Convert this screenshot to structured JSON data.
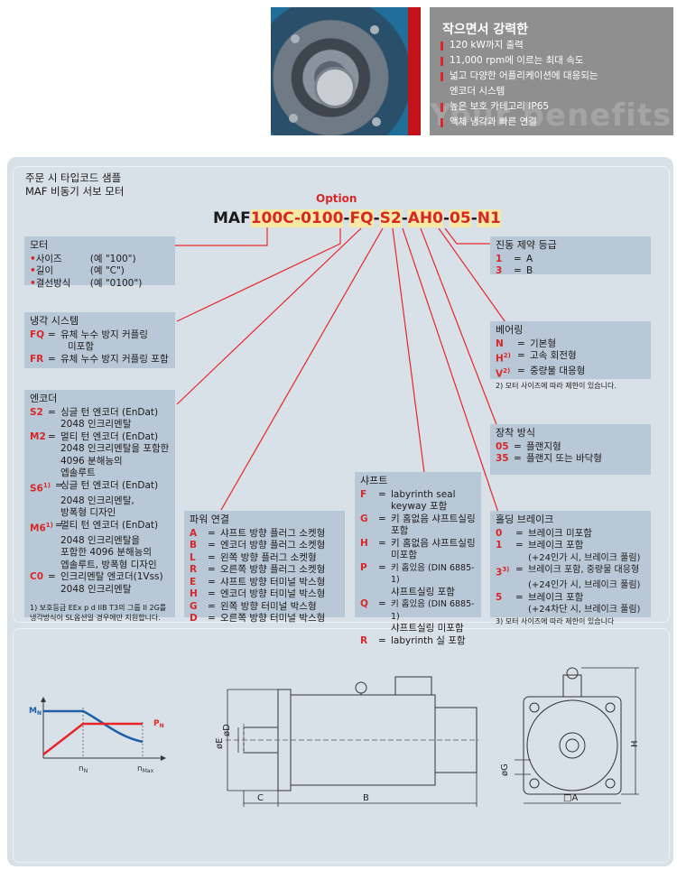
{
  "header": {
    "title": "작으면서 강력한",
    "benefits_bg": "Your benefits",
    "items": [
      "120 kW까지 출력",
      "11,000 rpm에 이르는 최대 속도",
      "넓고 다양한 어플리케이션에 대응되는",
      "엔코더 시스템",
      "높은 보호 카테고리 IP65",
      "액체 냉각과 빠른 연결"
    ]
  },
  "order": {
    "title_line1": "주문 시 타입코드 샘플",
    "title_line2": "MAF 비동기 서보 모터",
    "option_label": "Option",
    "code_parts": [
      "MAF",
      "100C-0100",
      "-",
      "FQ",
      "-",
      "S2",
      "-",
      "AH0",
      "-",
      "05",
      "-",
      "N1"
    ]
  },
  "motor": {
    "title": "모터",
    "rows": [
      {
        "k": "사이즈",
        "v": "(예 \"100\")"
      },
      {
        "k": "길이",
        "v": "(예 \"C\")"
      },
      {
        "k": "결선방식",
        "v": "(예 \"0100\")"
      }
    ]
  },
  "cooling": {
    "title": "냉각 시스템",
    "rows": [
      {
        "k": "FQ",
        "v": "유체 누수 방지 커플링",
        "v2": "미포함"
      },
      {
        "k": "FR",
        "v": "유체 누수 방지 커플링 포함",
        "v2": ""
      }
    ]
  },
  "encoder": {
    "title": "엔코더",
    "rows": [
      {
        "k": "S2",
        "sup": "",
        "lines": [
          "싱글 턴 엔코더 (EnDat)",
          "2048 인크리멘탈"
        ]
      },
      {
        "k": "M2",
        "sup": "",
        "lines": [
          "멀티 턴 엔코더 (EnDat)",
          "2048 인크리멘탈을 포함한 4096 분해능의",
          "엡솔루트"
        ]
      },
      {
        "k": "S6",
        "sup": "1)",
        "lines": [
          "싱글 턴 엔코더 (EnDat)",
          "2048 인크리멘탈,",
          "방폭형 디자인"
        ]
      },
      {
        "k": "M6",
        "sup": "1)",
        "lines": [
          "멀티 턴 엔코더 (EnDat)",
          "2048 인크리멘탈을",
          "포함한 4096 분해능의",
          "엡솔루트, 방폭형 디자인"
        ]
      },
      {
        "k": "C0",
        "sup": "",
        "lines": [
          "인크리멘탈 엔코더(1Vss)",
          "2048 인크리멘탈"
        ]
      }
    ],
    "note": "1) 보호등급 EEx p d IIB T3의 그룹 II 2G를 냉각방식이 SL옵션일 경우에만 지원합니다."
  },
  "power": {
    "title": "파워 연결",
    "rows": [
      {
        "k": "A",
        "v": "샤프트 방향 플러그 소켓형"
      },
      {
        "k": "B",
        "v": "엔코더 방향 플러그 소켓형"
      },
      {
        "k": "L",
        "v": "왼쪽 방향 플러그 소켓형"
      },
      {
        "k": "R",
        "v": "오른쪽 방향 플러그 소켓형"
      },
      {
        "k": "E",
        "v": "샤프트 방향 터미널 박스형"
      },
      {
        "k": "H",
        "v": "엔코더 방향 터미널 박스형"
      },
      {
        "k": "G",
        "v": "왼쪽 방향 터미널 박스형"
      },
      {
        "k": "D",
        "v": "오른쪽 방향 터미널 박스형"
      }
    ]
  },
  "shaft": {
    "title": "샤프트",
    "rows": [
      {
        "k": "F",
        "lines": [
          "labyrinth seal",
          "keyway 포함"
        ]
      },
      {
        "k": "G",
        "lines": [
          "키 홈없음 샤프트실링",
          "포함"
        ]
      },
      {
        "k": "H",
        "lines": [
          "키 홈없음 샤프트실링",
          "미포함"
        ]
      },
      {
        "k": "P",
        "lines": [
          "키 홈있음 (DIN 6885-1)",
          "샤프트실링 포함"
        ]
      },
      {
        "k": "Q",
        "lines": [
          "키 홈있음 (DIN 6885-1)",
          "샤프트실링 미포함"
        ]
      },
      {
        "k": "R",
        "lines": [
          "labyrinth 실 포함"
        ]
      }
    ]
  },
  "vibration": {
    "title": "진동 제약 등급",
    "rows": [
      {
        "k": "1",
        "v": "A"
      },
      {
        "k": "3",
        "v": "B"
      }
    ]
  },
  "bearing": {
    "title": "베어링",
    "rows": [
      {
        "k": "N",
        "sup": "",
        "v": "기본형"
      },
      {
        "k": "H",
        "sup": "2)",
        "v": "고속 회전형"
      },
      {
        "k": "V",
        "sup": "2)",
        "v": "중량물 대응형"
      }
    ],
    "note": "2) 모터 사이즈에 따라 제한이 있습니다."
  },
  "mounting": {
    "title": "장착 방식",
    "rows": [
      {
        "k": "05",
        "v": "플랜지형"
      },
      {
        "k": "35",
        "v": "플랜지 또는 바닥형"
      }
    ]
  },
  "brake": {
    "title": "홀딩 브레이크",
    "rows": [
      {
        "k": "0",
        "sup": "",
        "lines": [
          "브레이크 미포함"
        ]
      },
      {
        "k": "1",
        "sup": "",
        "lines": [
          "브레이크 포함",
          "(+24인가 시, 브레이크 풀림)"
        ]
      },
      {
        "k": "3",
        "sup": "3)",
        "lines": [
          "브레이크 포함, 중량물 대응형",
          "(+24인가 시, 브레이크 풀림)"
        ]
      },
      {
        "k": "5",
        "sup": "",
        "lines": [
          "브레이크 포함",
          "(+24차단 시, 브레이크 풀림)"
        ]
      }
    ],
    "note": "3) 모터 사이즈에 따라 제한이 있습니다"
  },
  "torque_chart": {
    "y_label_M": "M",
    "y_label_M_sub": "N",
    "p_label": "P",
    "p_label_sub": "N",
    "x_label_n": "n",
    "x_label_n_sub": "N",
    "x_label_nmax": "n",
    "x_label_nmax_sub": "Max",
    "colors": {
      "torque": "#1f5fa8",
      "power": "#e8262a"
    }
  },
  "dimensions": {
    "side_labels": [
      "øE",
      "øD",
      "C",
      "B"
    ],
    "front_labels": [
      "H",
      "øG",
      "□A"
    ]
  }
}
